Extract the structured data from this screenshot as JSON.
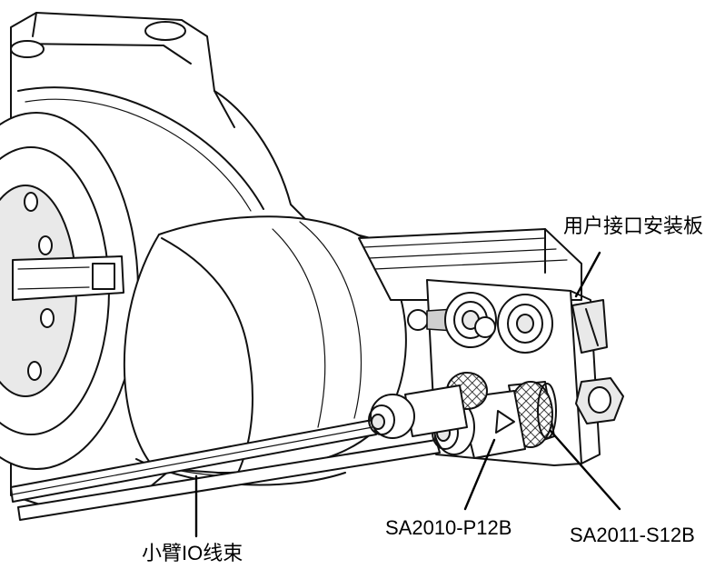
{
  "labels": {
    "user_interface_plate": "用户接口安装板",
    "connector_p12b": "SA2010-P12B",
    "connector_s12b": "SA2011-S12B",
    "forearm_io_harness": "小臂IO线束"
  }
}
